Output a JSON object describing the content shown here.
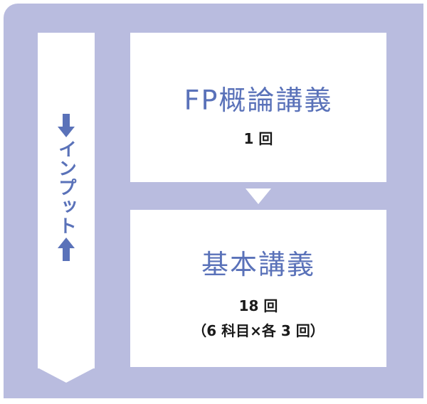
{
  "colors": {
    "panel_background": "#b9bcdf",
    "accent_text": "#5a72b9",
    "body_text": "#1a1a1a",
    "box_background": "#ffffff"
  },
  "side_label": {
    "text": "インプット",
    "top_icon": "arrow-down-icon",
    "bottom_icon": "arrow-up-icon"
  },
  "steps": [
    {
      "title": "FP概論講義",
      "count": "1 回",
      "detail": ""
    },
    {
      "title": "基本講義",
      "count": "18 回",
      "detail": "（6 科目×各 3 回）"
    }
  ],
  "connector_icon": "triangle-down-icon"
}
